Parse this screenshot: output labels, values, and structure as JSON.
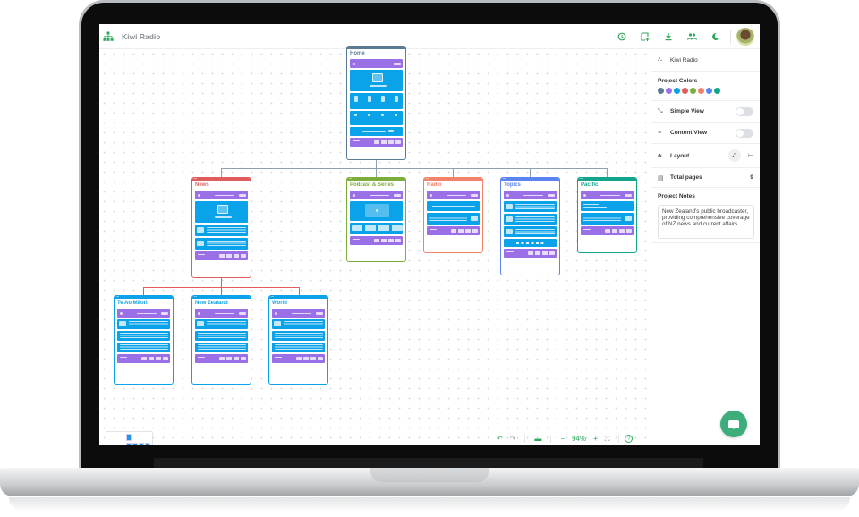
{
  "app": {
    "title": "Kiwi Radio",
    "brand_color": "#2faa5d"
  },
  "toolbar": {
    "icons": [
      "history-icon",
      "add-page-icon",
      "download-icon",
      "users-icon",
      "dark-mode-icon"
    ],
    "avatar": "user-avatar"
  },
  "panel": {
    "project_name": "Kiwi Radio",
    "project_colors_label": "Project Colors",
    "project_colors": [
      "#5b7b93",
      "#9b70e6",
      "#0aa2e8",
      "#e05d5d",
      "#7cad3a",
      "#f2826a",
      "#5b84f0",
      "#12a58c"
    ],
    "simple_view_label": "Simple View",
    "simple_view_on": false,
    "content_view_label": "Content View",
    "content_view_on": false,
    "layout_label": "Layout",
    "total_pages_label": "Total pages",
    "total_pages": "9",
    "notes_label": "Project Notes",
    "notes": "New Zealand's public broadcaster, providing comprehensive coverage of NZ news and current affairs."
  },
  "bottombar": {
    "undo": "↶",
    "redo": "↷",
    "zoom_out": "−",
    "zoom_level": "94%",
    "zoom_in": "+",
    "help": "?"
  },
  "sitemap": {
    "pages": [
      {
        "name": "Home",
        "color": "#5b7b93"
      },
      {
        "name": "News",
        "color": "#e05d5d"
      },
      {
        "name": "Podcast & Series",
        "color": "#7cad3a"
      },
      {
        "name": "Radio",
        "color": "#f2826a"
      },
      {
        "name": "Topics",
        "color": "#5b84f0"
      },
      {
        "name": "Pacific",
        "color": "#12a58c"
      },
      {
        "name": "Te Ao Māori",
        "color": "#0aa2e8"
      },
      {
        "name": "New Zealand",
        "color": "#0aa2e8"
      },
      {
        "name": "World",
        "color": "#0aa2e8"
      }
    ]
  }
}
